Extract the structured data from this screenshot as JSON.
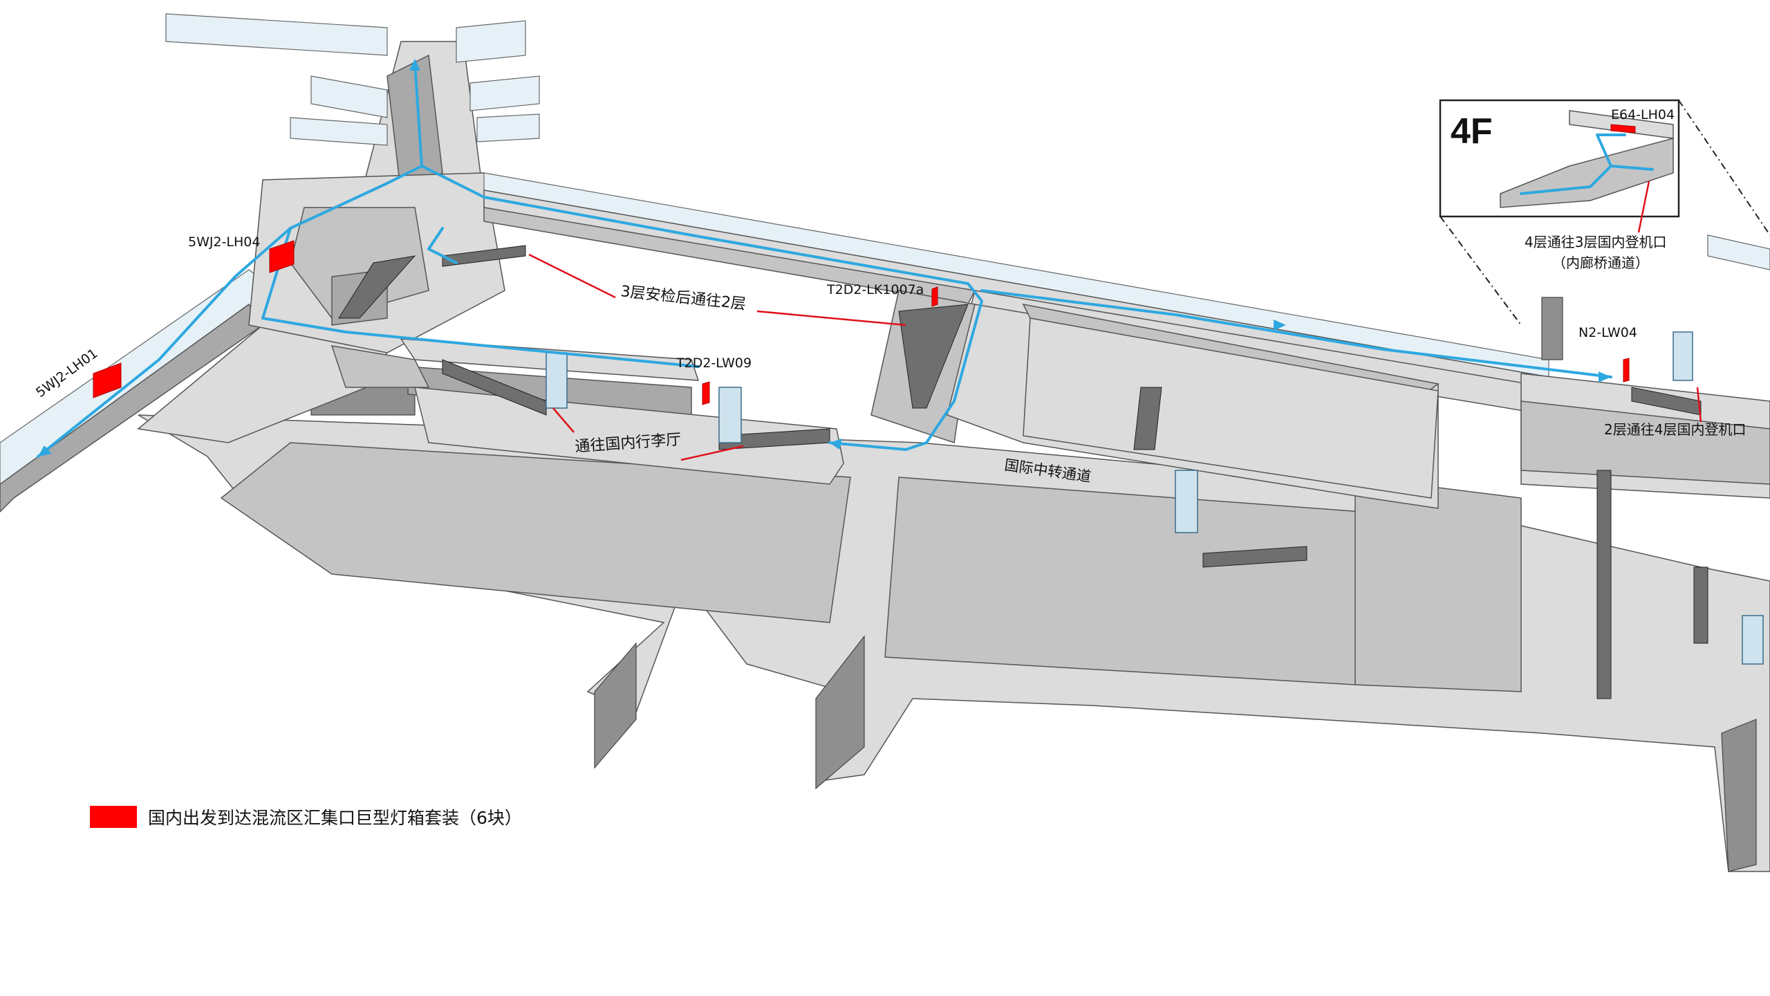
{
  "inset": {
    "floor_label": "4F",
    "ad_code": "E64-LH04"
  },
  "ad_codes": {
    "lh01": "5WJ2-LH01",
    "lh04": "5WJ2-LH04",
    "lk1007a": "T2D2-LK1007a",
    "lw09": "T2D2-LW09",
    "lw04": "N2-LW04"
  },
  "callouts": {
    "security_to_2f": "3层安检后通往2层",
    "to_baggage": "通往国内行李厅",
    "f4_to_f3_line1": "4层通往3层国内登机口",
    "f4_to_f3_line2": "（内廊桥通道）",
    "f2_to_f4": "2层通往4层国内登机口"
  },
  "area_labels": {
    "intl_transfer": "国际中转通道"
  },
  "legend": {
    "text": "国内出发到达混流区汇集口巨型灯箱套装（6块）",
    "swatch_color": "#ff0000"
  },
  "colors": {
    "route": "#2ea8e0",
    "ad_box": "#ff0000",
    "leader": "#e0101a",
    "floor": "#dcdcdc"
  }
}
